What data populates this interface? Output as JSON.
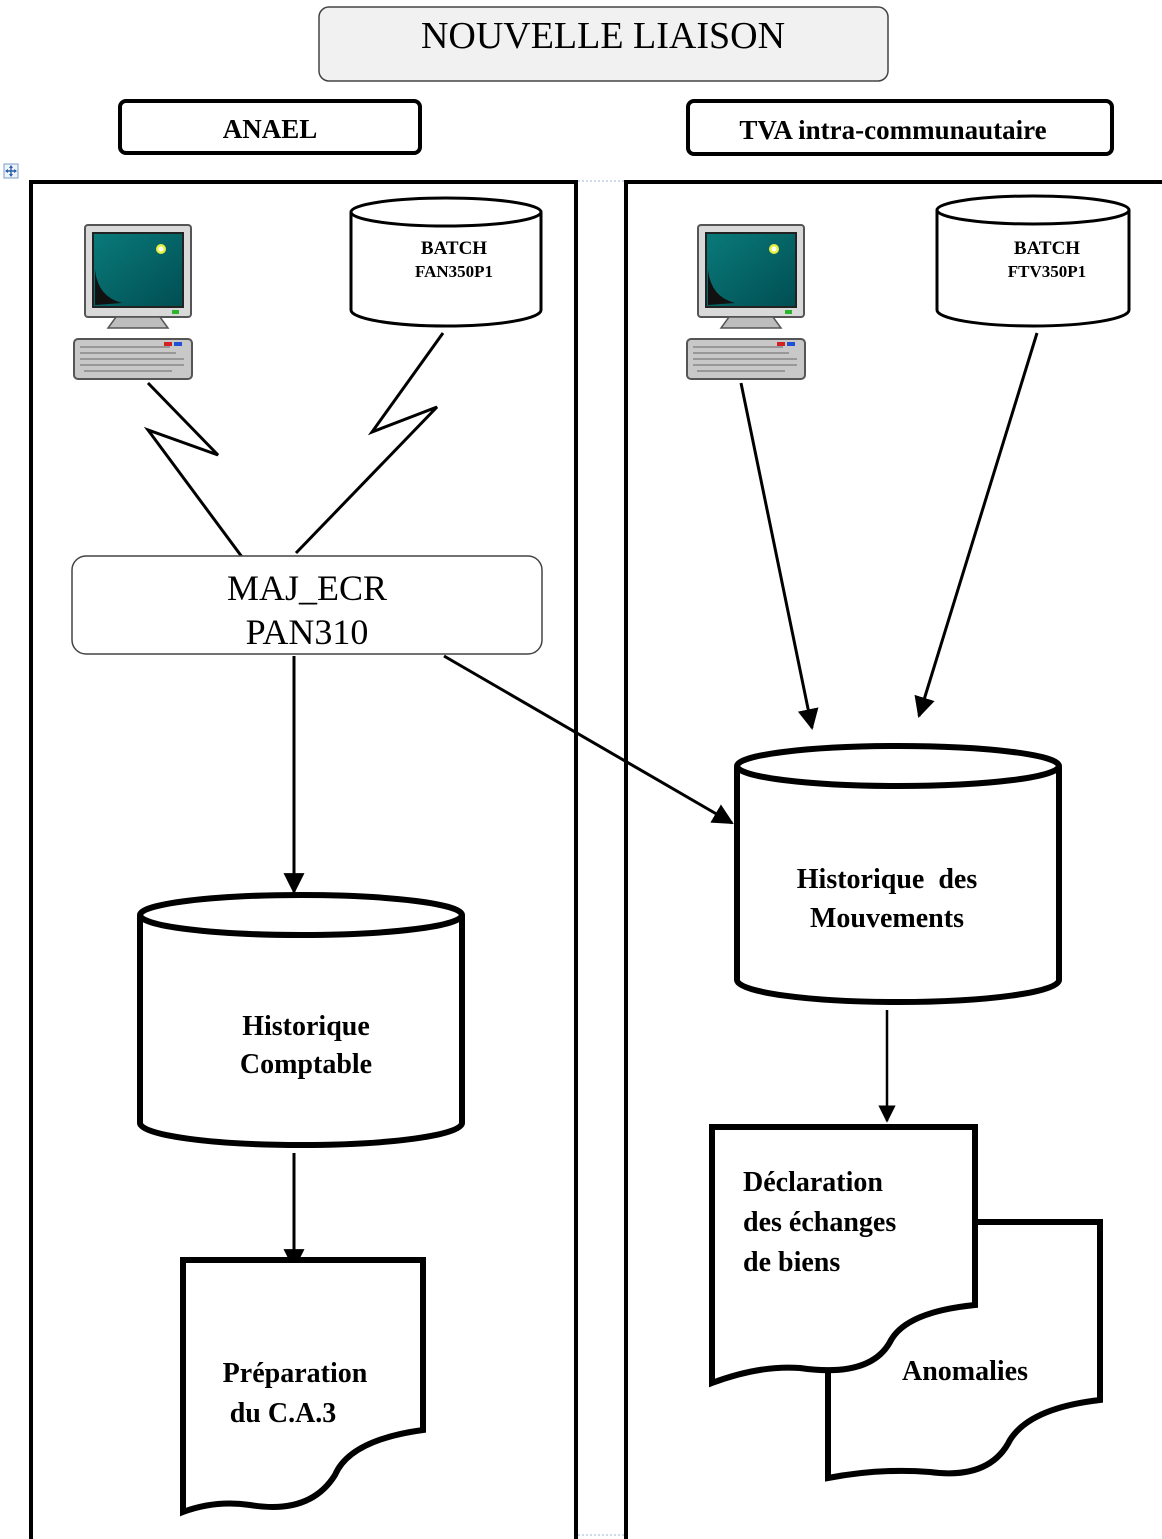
{
  "title": "NOUVELLE LIAISON",
  "left_panel": {
    "header": "ANAEL",
    "batch": {
      "line1": "BATCH",
      "line2": "FAN350P1"
    },
    "process": {
      "line1": "MAJ_ECR",
      "line2": "PAN310"
    },
    "db": {
      "line1": "Historique",
      "line2": "Comptable"
    },
    "document": {
      "line1": "Préparation",
      "line2": "du C.A.3"
    }
  },
  "right_panel": {
    "header": "TVA intra-communautaire",
    "batch": {
      "line1": "BATCH",
      "line2": "FTV350P1"
    },
    "db": {
      "line1": "Historique  des",
      "line2": "Mouvements"
    },
    "document": {
      "line1": "Déclaration",
      "line2": "des échanges",
      "line3": "de biens"
    },
    "document2": {
      "line1": "Anomalies"
    }
  },
  "icons": [
    "table-move-handle-icon",
    "computer-terminal-icon"
  ]
}
